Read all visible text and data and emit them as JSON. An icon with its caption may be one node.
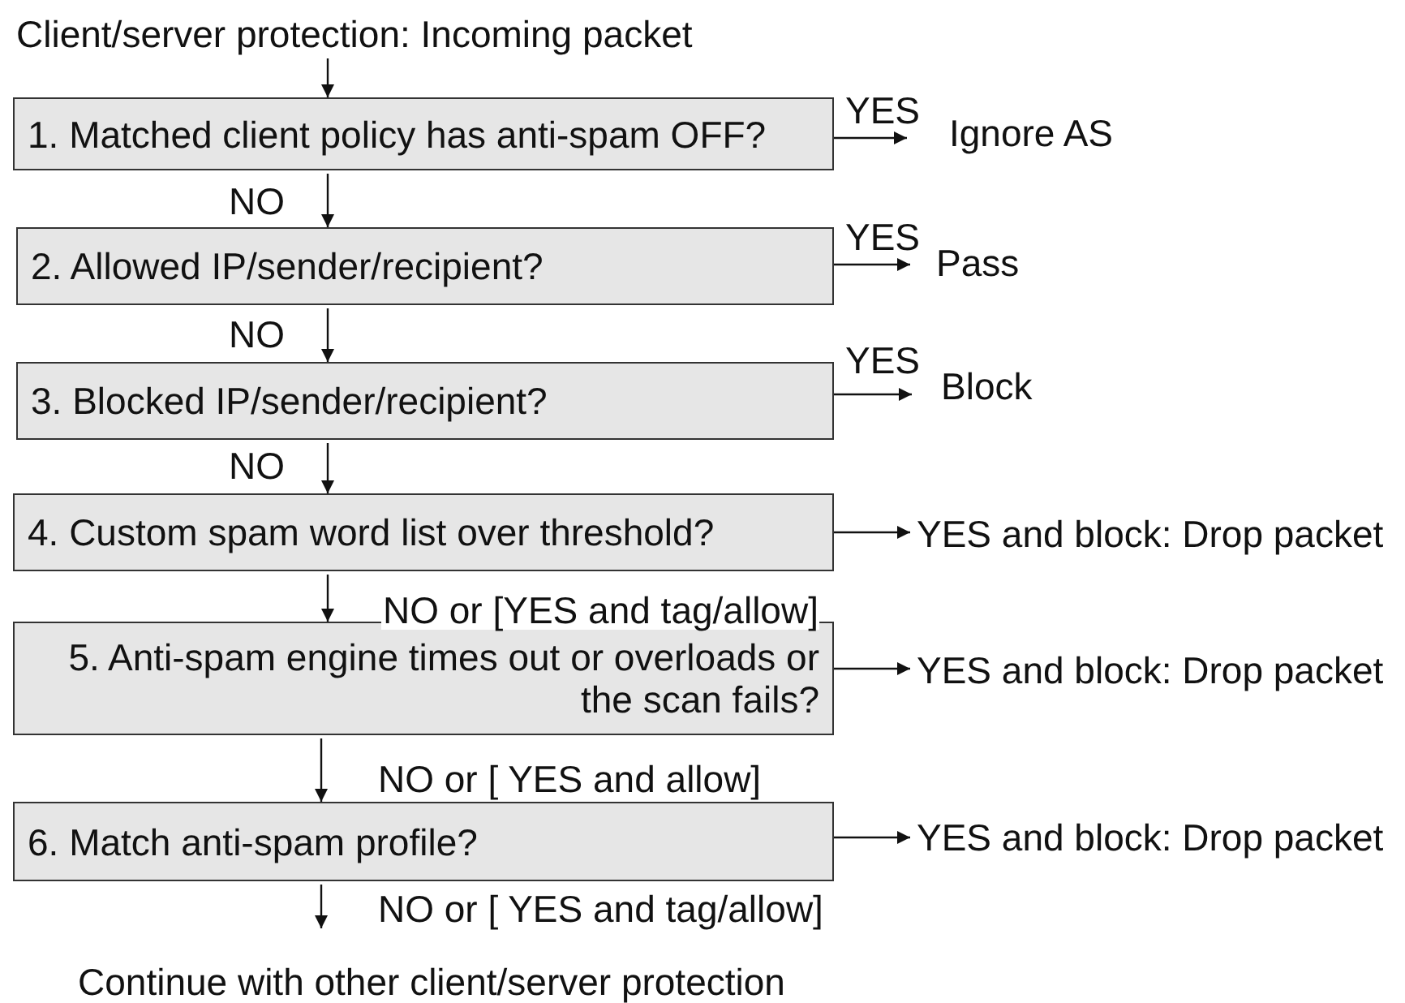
{
  "diagram": {
    "nodes": [
      {
        "text": [
          "Client/server protection: Incoming packet"
        ]
      },
      {
        "text": [
          "1. Matched client policy has anti-spam OFF?"
        ]
      },
      {
        "text": [
          "2. Allowed IP/sender/recipient?"
        ]
      },
      {
        "text": [
          "3. Blocked IP/sender/recipient?"
        ]
      },
      {
        "text": [
          "4. Custom spam word list over threshold?"
        ]
      },
      {
        "text": [
          "5. Anti-spam engine times out or overloads or the scan fails?"
        ]
      },
      {
        "text": [
          "6. Match anti-spam profile?"
        ]
      },
      {
        "text": [
          "Ignore AS"
        ]
      },
      {
        "text": [
          "Pass"
        ]
      },
      {
        "text": [
          "Block"
        ]
      },
      {
        "text": [
          "YES and block: Drop packet"
        ]
      },
      {
        "text": [
          "YES and block: Drop packet"
        ]
      },
      {
        "text": [
          "YES and block: Drop packet"
        ]
      },
      {
        "text": [
          "Continue with other client/server protection"
        ]
      }
    ],
    "edges": [
      {
        "from": 0,
        "to": 1,
        "arrow": "to"
      },
      {
        "from": 1,
        "to": 7,
        "arrow": "to",
        "label": "YES"
      },
      {
        "from": 1,
        "to": 2,
        "arrow": "to",
        "label": "NO"
      },
      {
        "from": 2,
        "to": 8,
        "arrow": "to",
        "label": "YES"
      },
      {
        "from": 2,
        "to": 3,
        "arrow": "to",
        "label": "NO"
      },
      {
        "from": 3,
        "to": 9,
        "arrow": "to",
        "label": "YES"
      },
      {
        "from": 3,
        "to": 4,
        "arrow": "to",
        "label": "NO"
      },
      {
        "from": 4,
        "to": 10,
        "arrow": "to"
      },
      {
        "from": 4,
        "to": 5,
        "arrow": "to",
        "label": "NO or [YES and tag/allow]"
      },
      {
        "from": 5,
        "to": 11,
        "arrow": "to"
      },
      {
        "from": 5,
        "to": 6,
        "arrow": "to",
        "label": "NO or [ YES and allow]"
      },
      {
        "from": 6,
        "to": 12,
        "arrow": "to"
      },
      {
        "from": 6,
        "to": 13,
        "arrow": "to",
        "label": "NO or [ YES and tag/allow]"
      }
    ]
  }
}
